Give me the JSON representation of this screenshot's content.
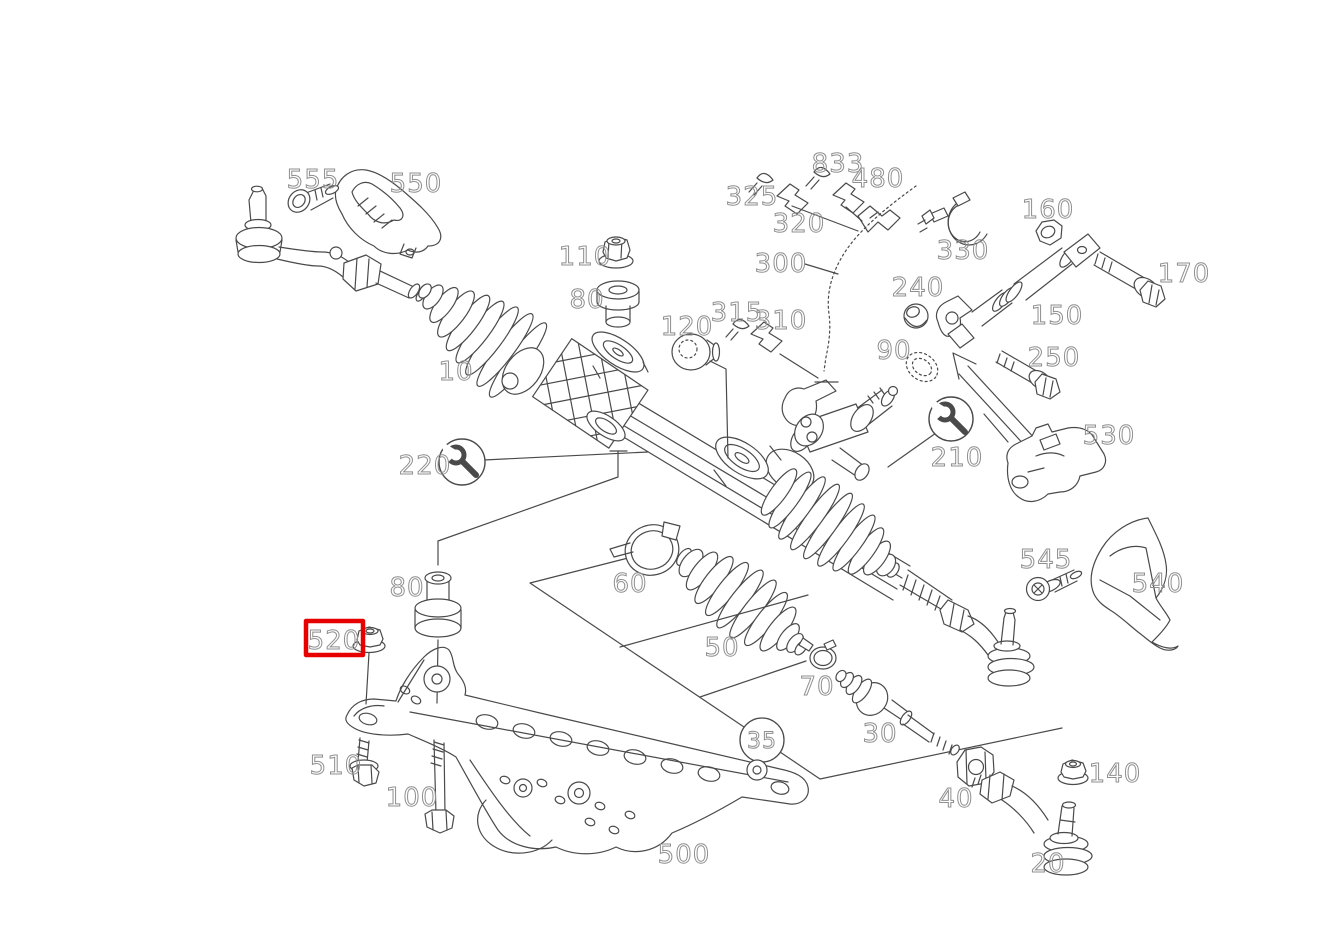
{
  "page": {
    "background": "#ffffff"
  },
  "diagram": {
    "type": "exploded-parts-diagram",
    "subject": "steering gear assembly",
    "line_color": "#4a4a4a",
    "label_color": "#8f8f8f",
    "highlight": {
      "part": "520",
      "color": "#e60000"
    },
    "icons": {
      "callout_220": "wrench-icon",
      "callout_210": "wrench-icon"
    },
    "labels": {
      "p10": "10",
      "p20": "20",
      "p30": "30",
      "p35": "35",
      "p40": "40",
      "p50": "50",
      "p60": "60",
      "p70": "70",
      "p80a": "80",
      "p80b": "80",
      "p90": "90",
      "p100": "100",
      "p110": "110",
      "p120": "120",
      "p140": "140",
      "p150": "150",
      "p160": "160",
      "p170": "170",
      "p210": "210",
      "p220": "220",
      "p240": "240",
      "p250": "250",
      "p300": "300",
      "p310": "310",
      "p315": "315",
      "p320": "320",
      "p325": "325",
      "p330": "330",
      "p480": "480",
      "p500": "500",
      "p510": "510",
      "p520": "520",
      "p530": "530",
      "p540": "540",
      "p545": "545",
      "p550": "550",
      "p555": "555",
      "p833": "833"
    }
  }
}
